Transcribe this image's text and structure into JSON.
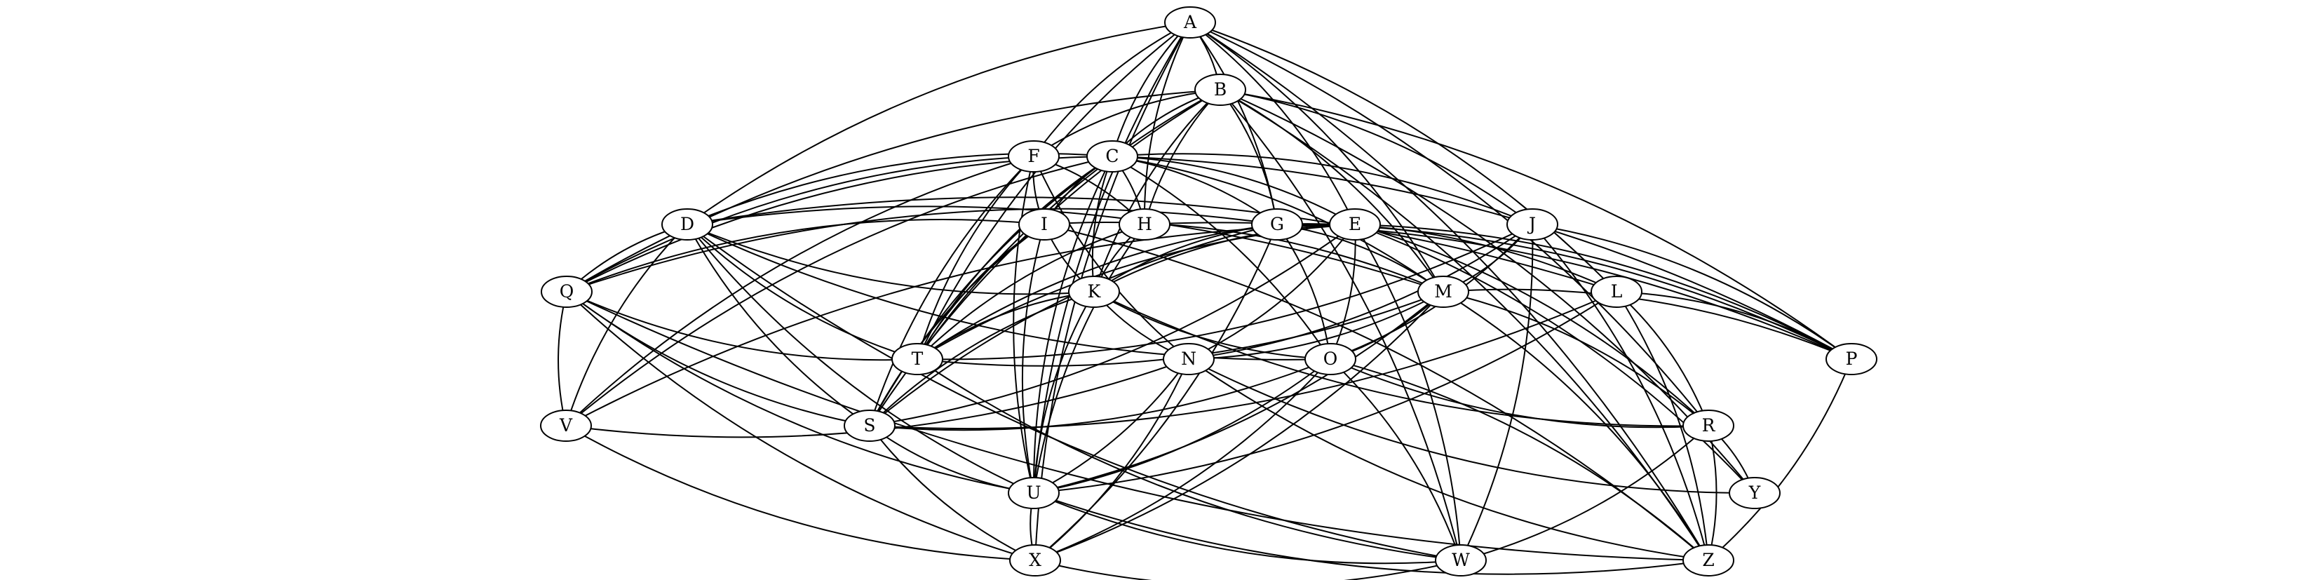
{
  "diagram": {
    "type": "undirected-graph",
    "colors": {
      "background": "#ffffff",
      "node_fill": "#ffffff",
      "stroke": "#000000",
      "text": "#000000"
    },
    "nodes": [
      {
        "id": "A",
        "label": "A"
      },
      {
        "id": "B",
        "label": "B"
      },
      {
        "id": "C",
        "label": "C"
      },
      {
        "id": "D",
        "label": "D"
      },
      {
        "id": "E",
        "label": "E"
      },
      {
        "id": "F",
        "label": "F"
      },
      {
        "id": "G",
        "label": "G"
      },
      {
        "id": "H",
        "label": "H"
      },
      {
        "id": "I",
        "label": "I"
      },
      {
        "id": "J",
        "label": "J"
      },
      {
        "id": "K",
        "label": "K"
      },
      {
        "id": "L",
        "label": "L"
      },
      {
        "id": "M",
        "label": "M"
      },
      {
        "id": "N",
        "label": "N"
      },
      {
        "id": "O",
        "label": "O"
      },
      {
        "id": "P",
        "label": "P"
      },
      {
        "id": "Q",
        "label": "Q"
      },
      {
        "id": "R",
        "label": "R"
      },
      {
        "id": "S",
        "label": "S"
      },
      {
        "id": "T",
        "label": "T"
      },
      {
        "id": "U",
        "label": "U"
      },
      {
        "id": "V",
        "label": "V"
      },
      {
        "id": "W",
        "label": "W"
      },
      {
        "id": "X",
        "label": "X"
      },
      {
        "id": "Y",
        "label": "Y"
      },
      {
        "id": "Z",
        "label": "Z"
      }
    ],
    "edges": [
      [
        "A",
        "B"
      ],
      [
        "A",
        "C"
      ],
      [
        "A",
        "D"
      ],
      [
        "A",
        "E"
      ],
      [
        "A",
        "F"
      ],
      [
        "A",
        "G"
      ],
      [
        "A",
        "H"
      ],
      [
        "A",
        "L"
      ],
      [
        "A",
        "M"
      ],
      [
        "A",
        "R"
      ],
      [
        "A",
        "T"
      ],
      [
        "A",
        "U"
      ],
      [
        "A",
        "X"
      ],
      [
        "A",
        "Z"
      ],
      [
        "B",
        "C"
      ],
      [
        "B",
        "F"
      ],
      [
        "B",
        "G"
      ],
      [
        "B",
        "H"
      ],
      [
        "B",
        "J"
      ],
      [
        "B",
        "K"
      ],
      [
        "B",
        "M"
      ],
      [
        "B",
        "P"
      ],
      [
        "B",
        "Q"
      ],
      [
        "B",
        "S"
      ],
      [
        "B",
        "T"
      ],
      [
        "B",
        "W"
      ],
      [
        "B",
        "Y"
      ],
      [
        "B",
        "Z"
      ],
      [
        "C",
        "D"
      ],
      [
        "C",
        "E"
      ],
      [
        "C",
        "G"
      ],
      [
        "C",
        "H"
      ],
      [
        "C",
        "I"
      ],
      [
        "C",
        "J"
      ],
      [
        "C",
        "K"
      ],
      [
        "C",
        "M"
      ],
      [
        "C",
        "O"
      ],
      [
        "C",
        "P"
      ],
      [
        "C",
        "Q"
      ],
      [
        "C",
        "S"
      ],
      [
        "C",
        "T"
      ],
      [
        "C",
        "U"
      ],
      [
        "C",
        "V"
      ],
      [
        "D",
        "K"
      ],
      [
        "D",
        "L"
      ],
      [
        "D",
        "M"
      ],
      [
        "D",
        "O"
      ],
      [
        "D",
        "Q"
      ],
      [
        "D",
        "S"
      ],
      [
        "D",
        "T"
      ],
      [
        "D",
        "U"
      ],
      [
        "D",
        "V"
      ],
      [
        "D",
        "W"
      ],
      [
        "E",
        "K"
      ],
      [
        "E",
        "N"
      ],
      [
        "E",
        "O"
      ],
      [
        "E",
        "P"
      ],
      [
        "E",
        "R"
      ],
      [
        "E",
        "S"
      ],
      [
        "E",
        "T"
      ],
      [
        "E",
        "V"
      ],
      [
        "E",
        "W"
      ],
      [
        "E",
        "Y"
      ],
      [
        "F",
        "H"
      ],
      [
        "F",
        "I"
      ],
      [
        "F",
        "N"
      ],
      [
        "F",
        "Q"
      ],
      [
        "F",
        "S"
      ],
      [
        "F",
        "T"
      ],
      [
        "F",
        "U"
      ],
      [
        "F",
        "V"
      ],
      [
        "G",
        "K"
      ],
      [
        "G",
        "L"
      ],
      [
        "G",
        "M"
      ],
      [
        "G",
        "O"
      ],
      [
        "G",
        "P"
      ],
      [
        "G",
        "Q"
      ],
      [
        "G",
        "S"
      ],
      [
        "G",
        "T"
      ],
      [
        "G",
        "X"
      ],
      [
        "H",
        "K"
      ],
      [
        "H",
        "P"
      ],
      [
        "H",
        "T"
      ],
      [
        "H",
        "U"
      ],
      [
        "I",
        "K"
      ],
      [
        "I",
        "M"
      ],
      [
        "I",
        "Q"
      ],
      [
        "I",
        "S"
      ],
      [
        "I",
        "T"
      ],
      [
        "I",
        "U"
      ],
      [
        "I",
        "Z"
      ],
      [
        "J",
        "M"
      ],
      [
        "J",
        "N"
      ],
      [
        "J",
        "O"
      ],
      [
        "J",
        "P"
      ],
      [
        "J",
        "T"
      ],
      [
        "J",
        "W"
      ],
      [
        "J",
        "Z"
      ],
      [
        "K",
        "N"
      ],
      [
        "K",
        "O"
      ],
      [
        "K",
        "R"
      ],
      [
        "K",
        "S"
      ],
      [
        "K",
        "T"
      ],
      [
        "K",
        "U"
      ],
      [
        "L",
        "P"
      ],
      [
        "L",
        "R"
      ],
      [
        "L",
        "S"
      ],
      [
        "L",
        "U"
      ],
      [
        "L",
        "Z"
      ],
      [
        "M",
        "N"
      ],
      [
        "M",
        "O"
      ],
      [
        "M",
        "P"
      ],
      [
        "M",
        "R"
      ],
      [
        "M",
        "T"
      ],
      [
        "M",
        "U"
      ],
      [
        "M",
        "X"
      ],
      [
        "M",
        "Z"
      ],
      [
        "N",
        "U"
      ],
      [
        "N",
        "V"
      ],
      [
        "N",
        "X"
      ],
      [
        "N",
        "Y"
      ],
      [
        "N",
        "Z"
      ],
      [
        "O",
        "R"
      ],
      [
        "O",
        "S"
      ],
      [
        "O",
        "U"
      ],
      [
        "O",
        "W"
      ],
      [
        "O",
        "X"
      ],
      [
        "O",
        "Z"
      ],
      [
        "P",
        "Z"
      ],
      [
        "Q",
        "S"
      ],
      [
        "Q",
        "T"
      ],
      [
        "Q",
        "U"
      ],
      [
        "Q",
        "V"
      ],
      [
        "Q",
        "X"
      ],
      [
        "Q",
        "Z"
      ],
      [
        "R",
        "W"
      ],
      [
        "R",
        "Y"
      ],
      [
        "R",
        "Z"
      ],
      [
        "S",
        "U"
      ],
      [
        "S",
        "X"
      ],
      [
        "T",
        "W"
      ],
      [
        "U",
        "W"
      ],
      [
        "U",
        "X"
      ],
      [
        "U",
        "Z"
      ],
      [
        "V",
        "X"
      ],
      [
        "W",
        "X"
      ]
    ]
  }
}
